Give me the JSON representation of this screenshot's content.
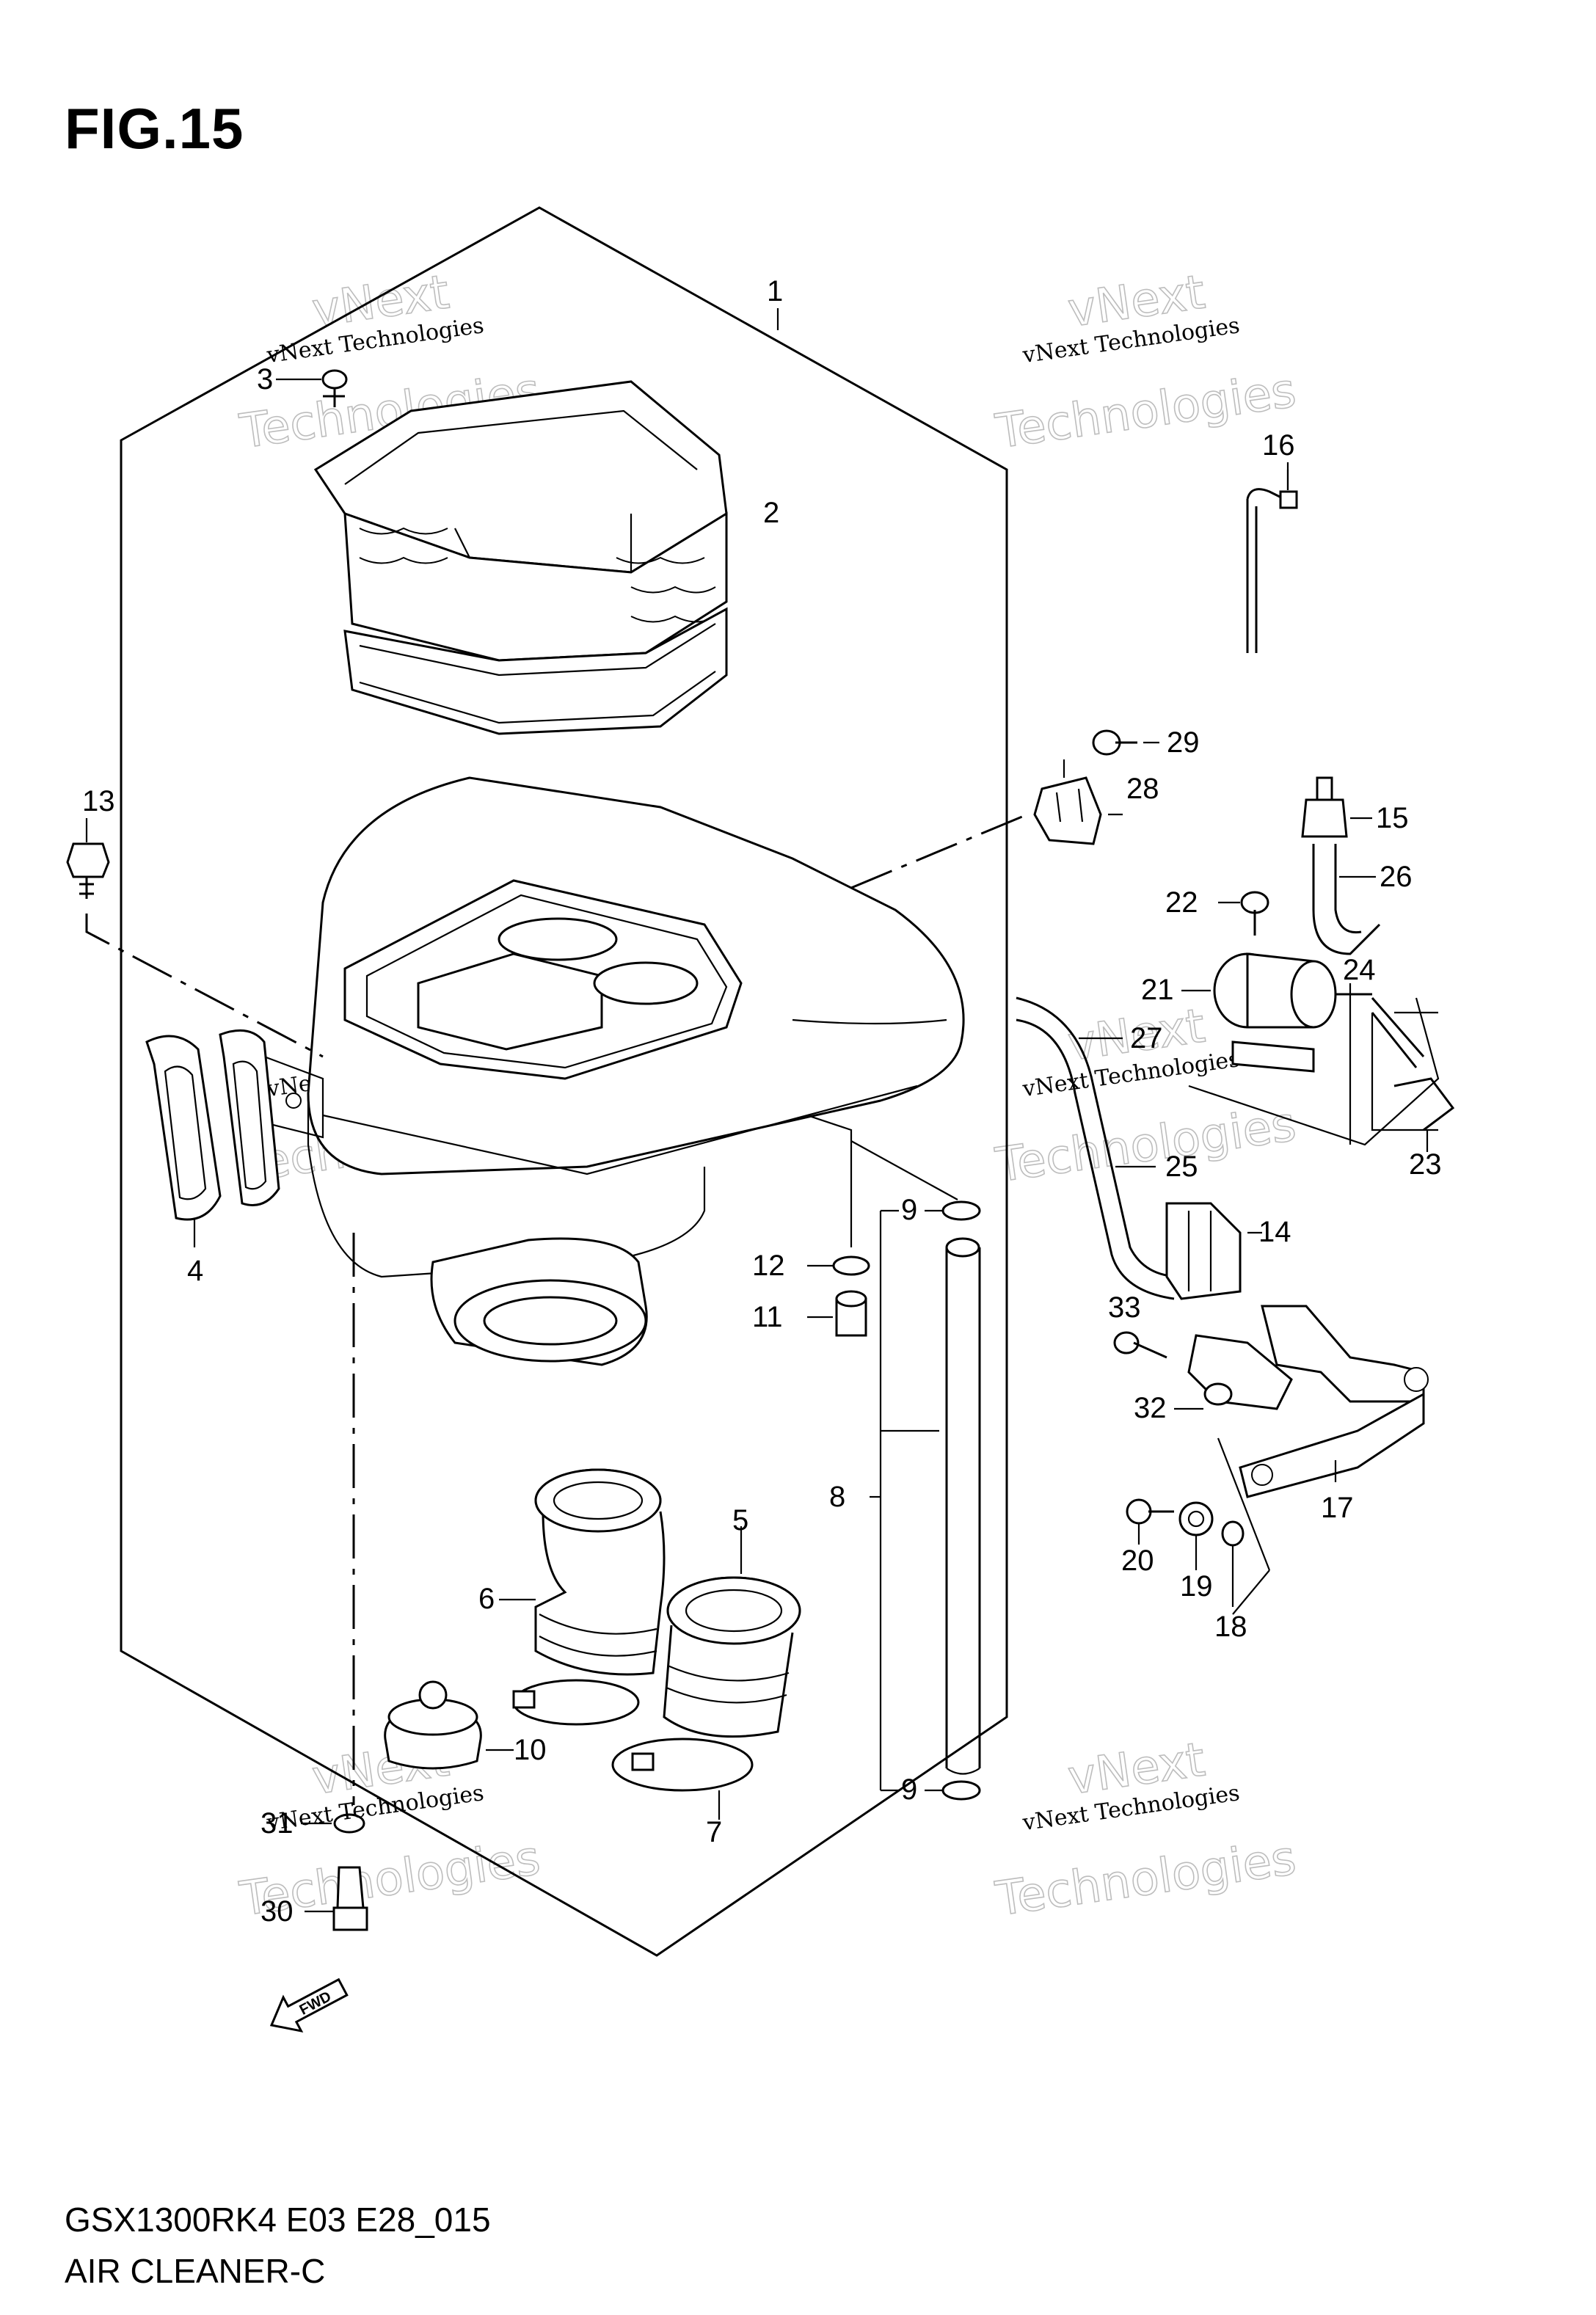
{
  "figure": {
    "title": "FIG.15",
    "model_code": "GSX1300RK4 E03 E28_015",
    "section_name": "AIR CLEANER-C"
  },
  "watermark": {
    "line1": "vNext Technologies",
    "line2": "vNext",
    "line3": "Technologies"
  },
  "fwd_label": "FWD",
  "part_labels": [
    {
      "id": "1",
      "text": "1"
    },
    {
      "id": "2",
      "text": "2"
    },
    {
      "id": "3",
      "text": "3"
    },
    {
      "id": "4",
      "text": "4"
    },
    {
      "id": "5",
      "text": "5"
    },
    {
      "id": "6",
      "text": "6"
    },
    {
      "id": "7",
      "text": "7"
    },
    {
      "id": "8",
      "text": "8"
    },
    {
      "id": "9a",
      "text": "9"
    },
    {
      "id": "9b",
      "text": "9"
    },
    {
      "id": "10",
      "text": "10"
    },
    {
      "id": "11",
      "text": "11"
    },
    {
      "id": "12",
      "text": "12"
    },
    {
      "id": "13",
      "text": "13"
    },
    {
      "id": "14",
      "text": "14"
    },
    {
      "id": "15",
      "text": "15"
    },
    {
      "id": "16",
      "text": "16"
    },
    {
      "id": "17",
      "text": "17"
    },
    {
      "id": "18",
      "text": "18"
    },
    {
      "id": "19",
      "text": "19"
    },
    {
      "id": "20",
      "text": "20"
    },
    {
      "id": "21",
      "text": "21"
    },
    {
      "id": "22",
      "text": "22"
    },
    {
      "id": "23",
      "text": "23"
    },
    {
      "id": "24",
      "text": "24"
    },
    {
      "id": "25",
      "text": "25"
    },
    {
      "id": "26",
      "text": "26"
    },
    {
      "id": "27",
      "text": "27"
    },
    {
      "id": "28",
      "text": "28"
    },
    {
      "id": "29",
      "text": "29"
    },
    {
      "id": "30",
      "text": "30"
    },
    {
      "id": "31",
      "text": "31"
    },
    {
      "id": "32",
      "text": "32"
    },
    {
      "id": "33",
      "text": "33"
    }
  ]
}
